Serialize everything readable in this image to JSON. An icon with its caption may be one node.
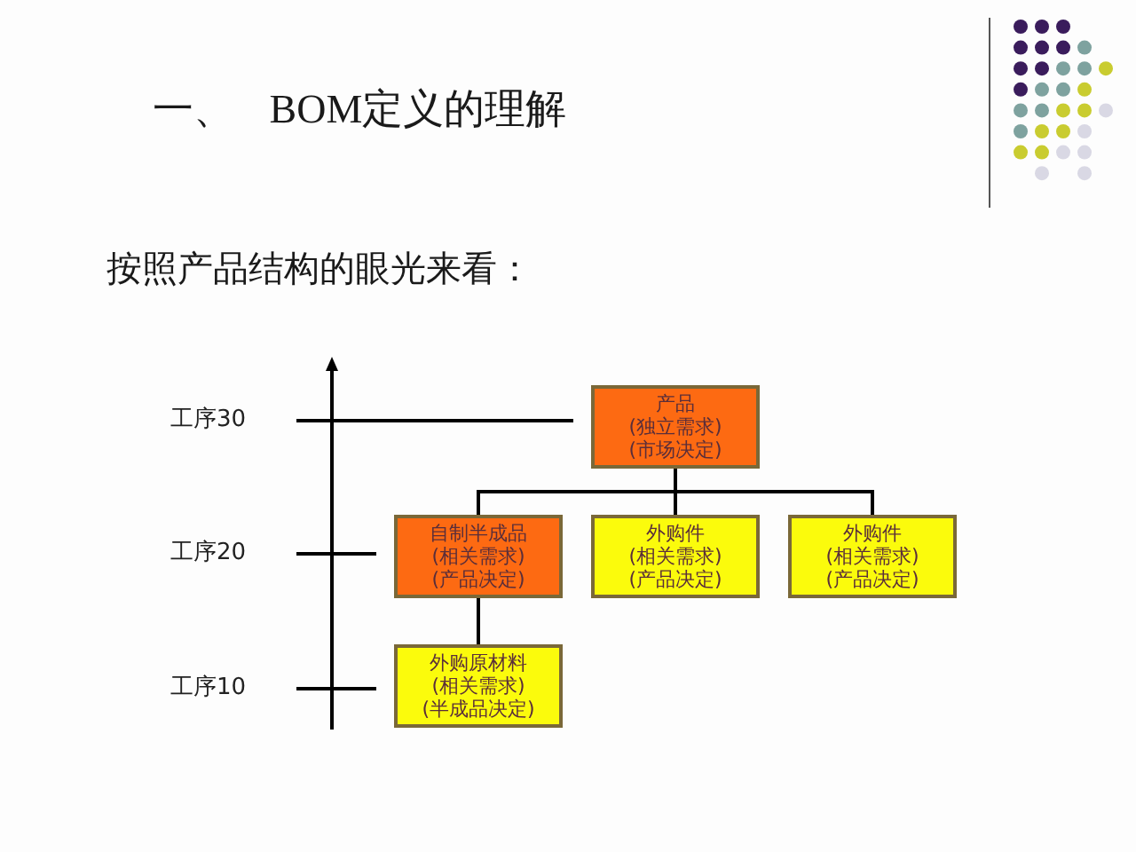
{
  "diagram": {
    "title": "一、 BOM定义的理解",
    "nodes": [
      {
        "text": [
          "产品",
          "(独立需求)",
          "(市场决定)"
        ]
      },
      {
        "text": [
          "自制半成品",
          "(相关需求)",
          "(产品决定)"
        ]
      },
      {
        "text": [
          "外购件",
          "(相关需求)",
          "(产品决定)"
        ]
      },
      {
        "text": [
          "外购件",
          "(相关需求)",
          "(产品决定)"
        ]
      },
      {
        "text": [
          "外购原材料",
          "(相关需求)",
          "(半成品决定)"
        ]
      }
    ],
    "edges": [
      {
        "from": 0,
        "to": 1,
        "arrow": "none"
      },
      {
        "from": 0,
        "to": 2,
        "arrow": "none"
      },
      {
        "from": 0,
        "to": 3,
        "arrow": "none"
      },
      {
        "from": 1,
        "to": 4,
        "arrow": "none"
      }
    ],
    "labels": [
      "按照产品结构的眼光来看：",
      "工序30",
      "工序20",
      "工序10"
    ]
  }
}
